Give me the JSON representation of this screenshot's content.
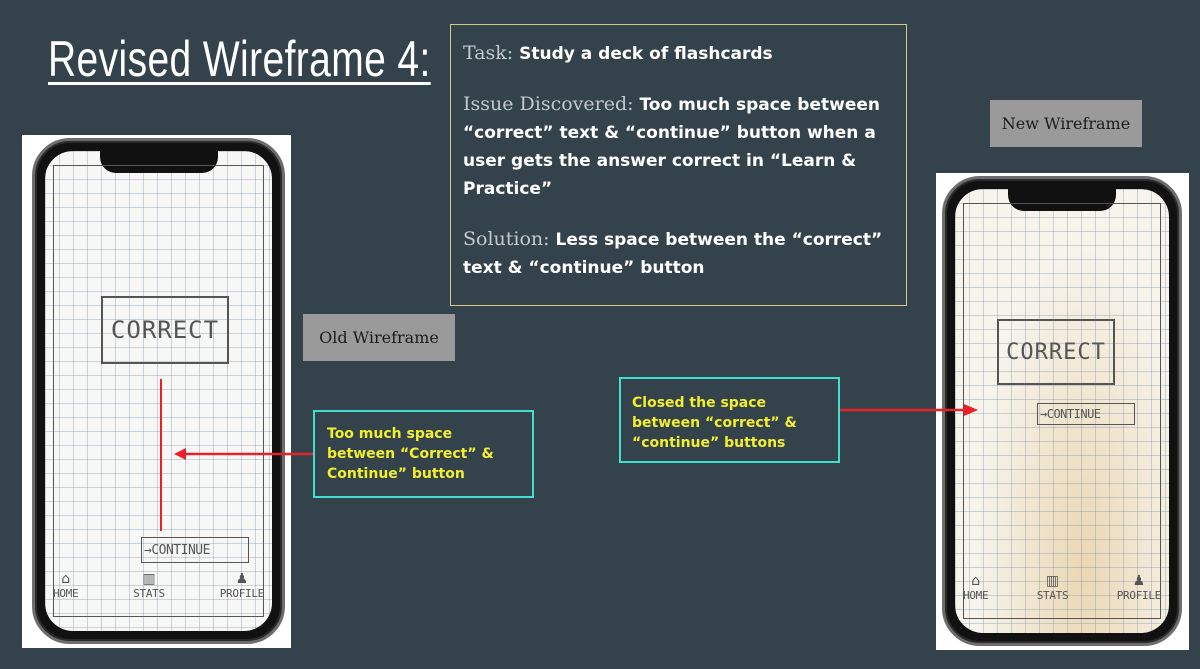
{
  "title": "Revised Wireframe 4:",
  "task": {
    "task_label": "Task:",
    "task_text": "Study a deck of flashcards",
    "issue_label": "Issue Discovered:",
    "issue_text": "Too much space between “correct” text & “continue” button when a user gets the answer correct in “Learn & Practice”",
    "solution_label": "Solution:",
    "solution_text": "Less space between the “correct” text & “continue” button"
  },
  "tags": {
    "old": "Old Wireframe",
    "new": "New Wireframe"
  },
  "notes": {
    "left": "Too much space between “Correct” & Continue” button",
    "right": "Closed the space between “correct” & “continue” buttons"
  },
  "old_phone": {
    "correct": "CORRECT",
    "continue": "→CONTINUE",
    "nav": [
      "HOME",
      "STATS",
      "PROFILE"
    ]
  },
  "new_phone": {
    "correct": "CORRECT",
    "continue": "→CONTINUE",
    "nav": [
      "HOME",
      "STATS",
      "PROFILE"
    ]
  },
  "colors": {
    "background": "#34434b",
    "note_border": "#3fe0d0",
    "note_text": "#f2ee30",
    "arrow": "#e8202a",
    "task_border": "#d8c785"
  },
  "icons": {
    "home": "house-icon",
    "stats": "bar-chart-icon",
    "profile": "person-icon"
  }
}
